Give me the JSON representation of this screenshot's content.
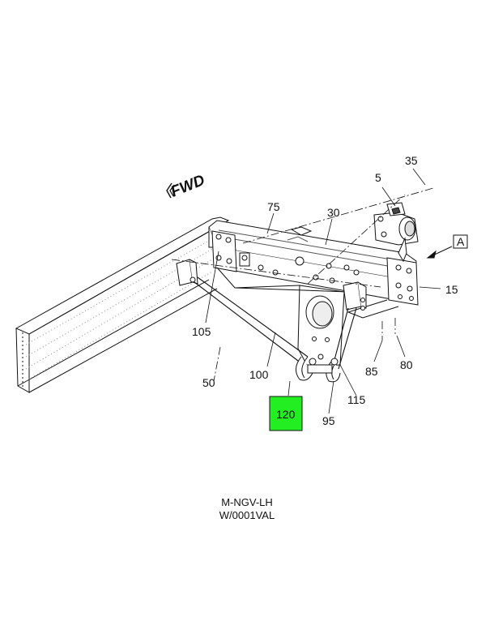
{
  "diagram": {
    "fwd_label": "FWD",
    "view_label": "A",
    "callouts": {
      "c5": "5",
      "c15": "15",
      "c30": "30",
      "c35": "35",
      "c50": "50",
      "c75": "75",
      "c80": "80",
      "c85": "85",
      "c95": "95",
      "c100": "100",
      "c105": "105",
      "c115": "115",
      "c120": "120"
    },
    "highlight_color": "#22ee22"
  },
  "caption": {
    "line1": "M-NGV-LH",
    "line2": "W/0001VAL"
  }
}
